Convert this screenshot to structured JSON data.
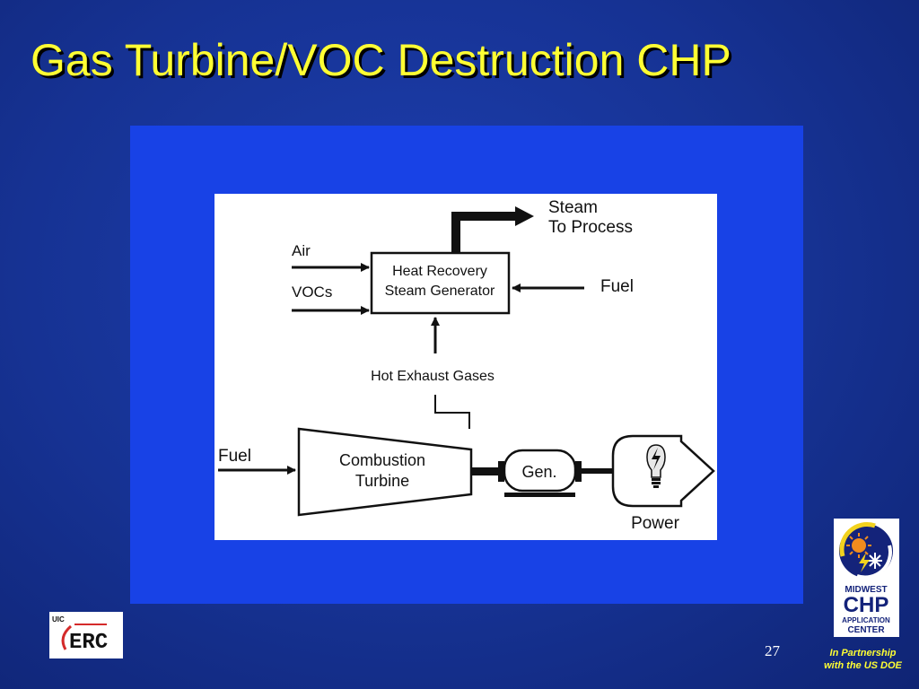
{
  "slide": {
    "title": "Gas Turbine/VOC Destruction CHP",
    "page_number": "27",
    "partnership_line1": "In Partnership",
    "partnership_line2": "with the US DOE"
  },
  "diagram": {
    "steam_line1": "Steam",
    "steam_line2": "To Process",
    "air": "Air",
    "vocs": "VOCs",
    "hrsg_line1": "Heat Recovery",
    "hrsg_line2": "Steam Generator",
    "hrsg_fuel": "Fuel",
    "exhaust": "Hot Exhaust Gases",
    "turbine_fuel": "Fuel",
    "turbine_line1": "Combustion",
    "turbine_line2": "Turbine",
    "generator": "Gen.",
    "power": "Power"
  },
  "logos": {
    "uic_small": "UIC",
    "uic_main": "ERC",
    "midwest_line1": "MIDWEST",
    "midwest_line2": "CHP",
    "midwest_line3": "APPLICATION",
    "midwest_line4": "CENTER"
  },
  "colors": {
    "title": "#ffff33",
    "background": "#163293",
    "panel": "#1842e6",
    "logo_navy": "#14237a",
    "logo_orange": "#f08c1e",
    "logo_red": "#d42a2a"
  }
}
